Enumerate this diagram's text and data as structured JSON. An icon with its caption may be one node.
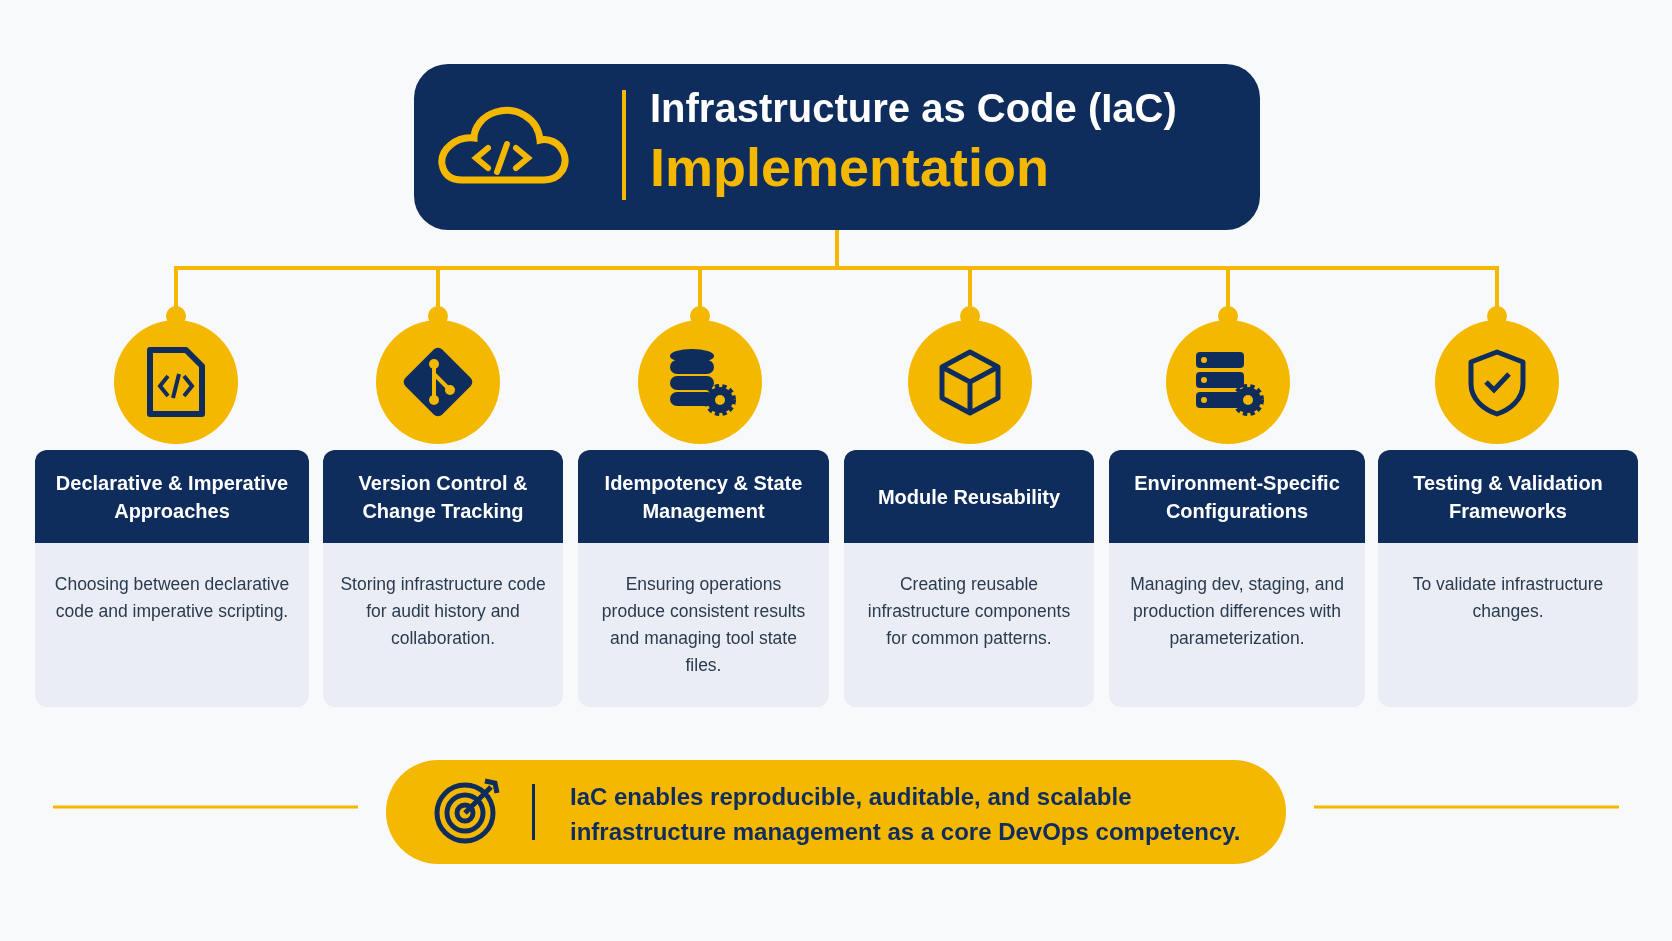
{
  "diagram": {
    "nodes": [
      {
        "text": [
          "Infrastructure as Code (IaC)",
          "Implementation"
        ]
      },
      {
        "text": [],
        "shape": "circle"
      },
      {
        "text": [],
        "shape": "circle"
      },
      {
        "text": [],
        "shape": "circle"
      },
      {
        "text": [],
        "shape": "circle"
      },
      {
        "text": [],
        "shape": "circle"
      },
      {
        "text": [],
        "shape": "circle"
      },
      {
        "text": [
          "Declarative & Imperative Approaches",
          "Choosing between declarative code and imperative scripting."
        ]
      },
      {
        "text": [
          "Version Control & Change Tracking",
          "Storing infrastructure code for audit history and collaboration."
        ]
      },
      {
        "text": [
          "Idempotency & State Management",
          "Ensuring operations produce consistent results and managing tool state files."
        ]
      },
      {
        "text": [
          "Module Reusability",
          "Creating reusable infrastructure components for common patterns."
        ]
      },
      {
        "text": [
          "Environment-Specific Configurations",
          "Managing dev, staging, and production differences with parameterization."
        ]
      },
      {
        "text": [
          "Testing & Validation Frameworks",
          "To validate infrastructure changes."
        ]
      },
      {
        "text": [
          "IaC enables reproducible, auditable, and scalable infrastructure management as a core DevOps competency."
        ]
      }
    ],
    "edges": [
      {
        "from": 0,
        "to": 1,
        "arrow": "other"
      },
      {
        "from": 0,
        "to": 2,
        "arrow": "other"
      },
      {
        "from": 0,
        "to": 3,
        "arrow": "other"
      },
      {
        "from": 0,
        "to": 4,
        "arrow": "other"
      },
      {
        "from": 0,
        "to": 5,
        "arrow": "other"
      },
      {
        "from": 0,
        "to": 6,
        "arrow": "other"
      }
    ]
  }
}
